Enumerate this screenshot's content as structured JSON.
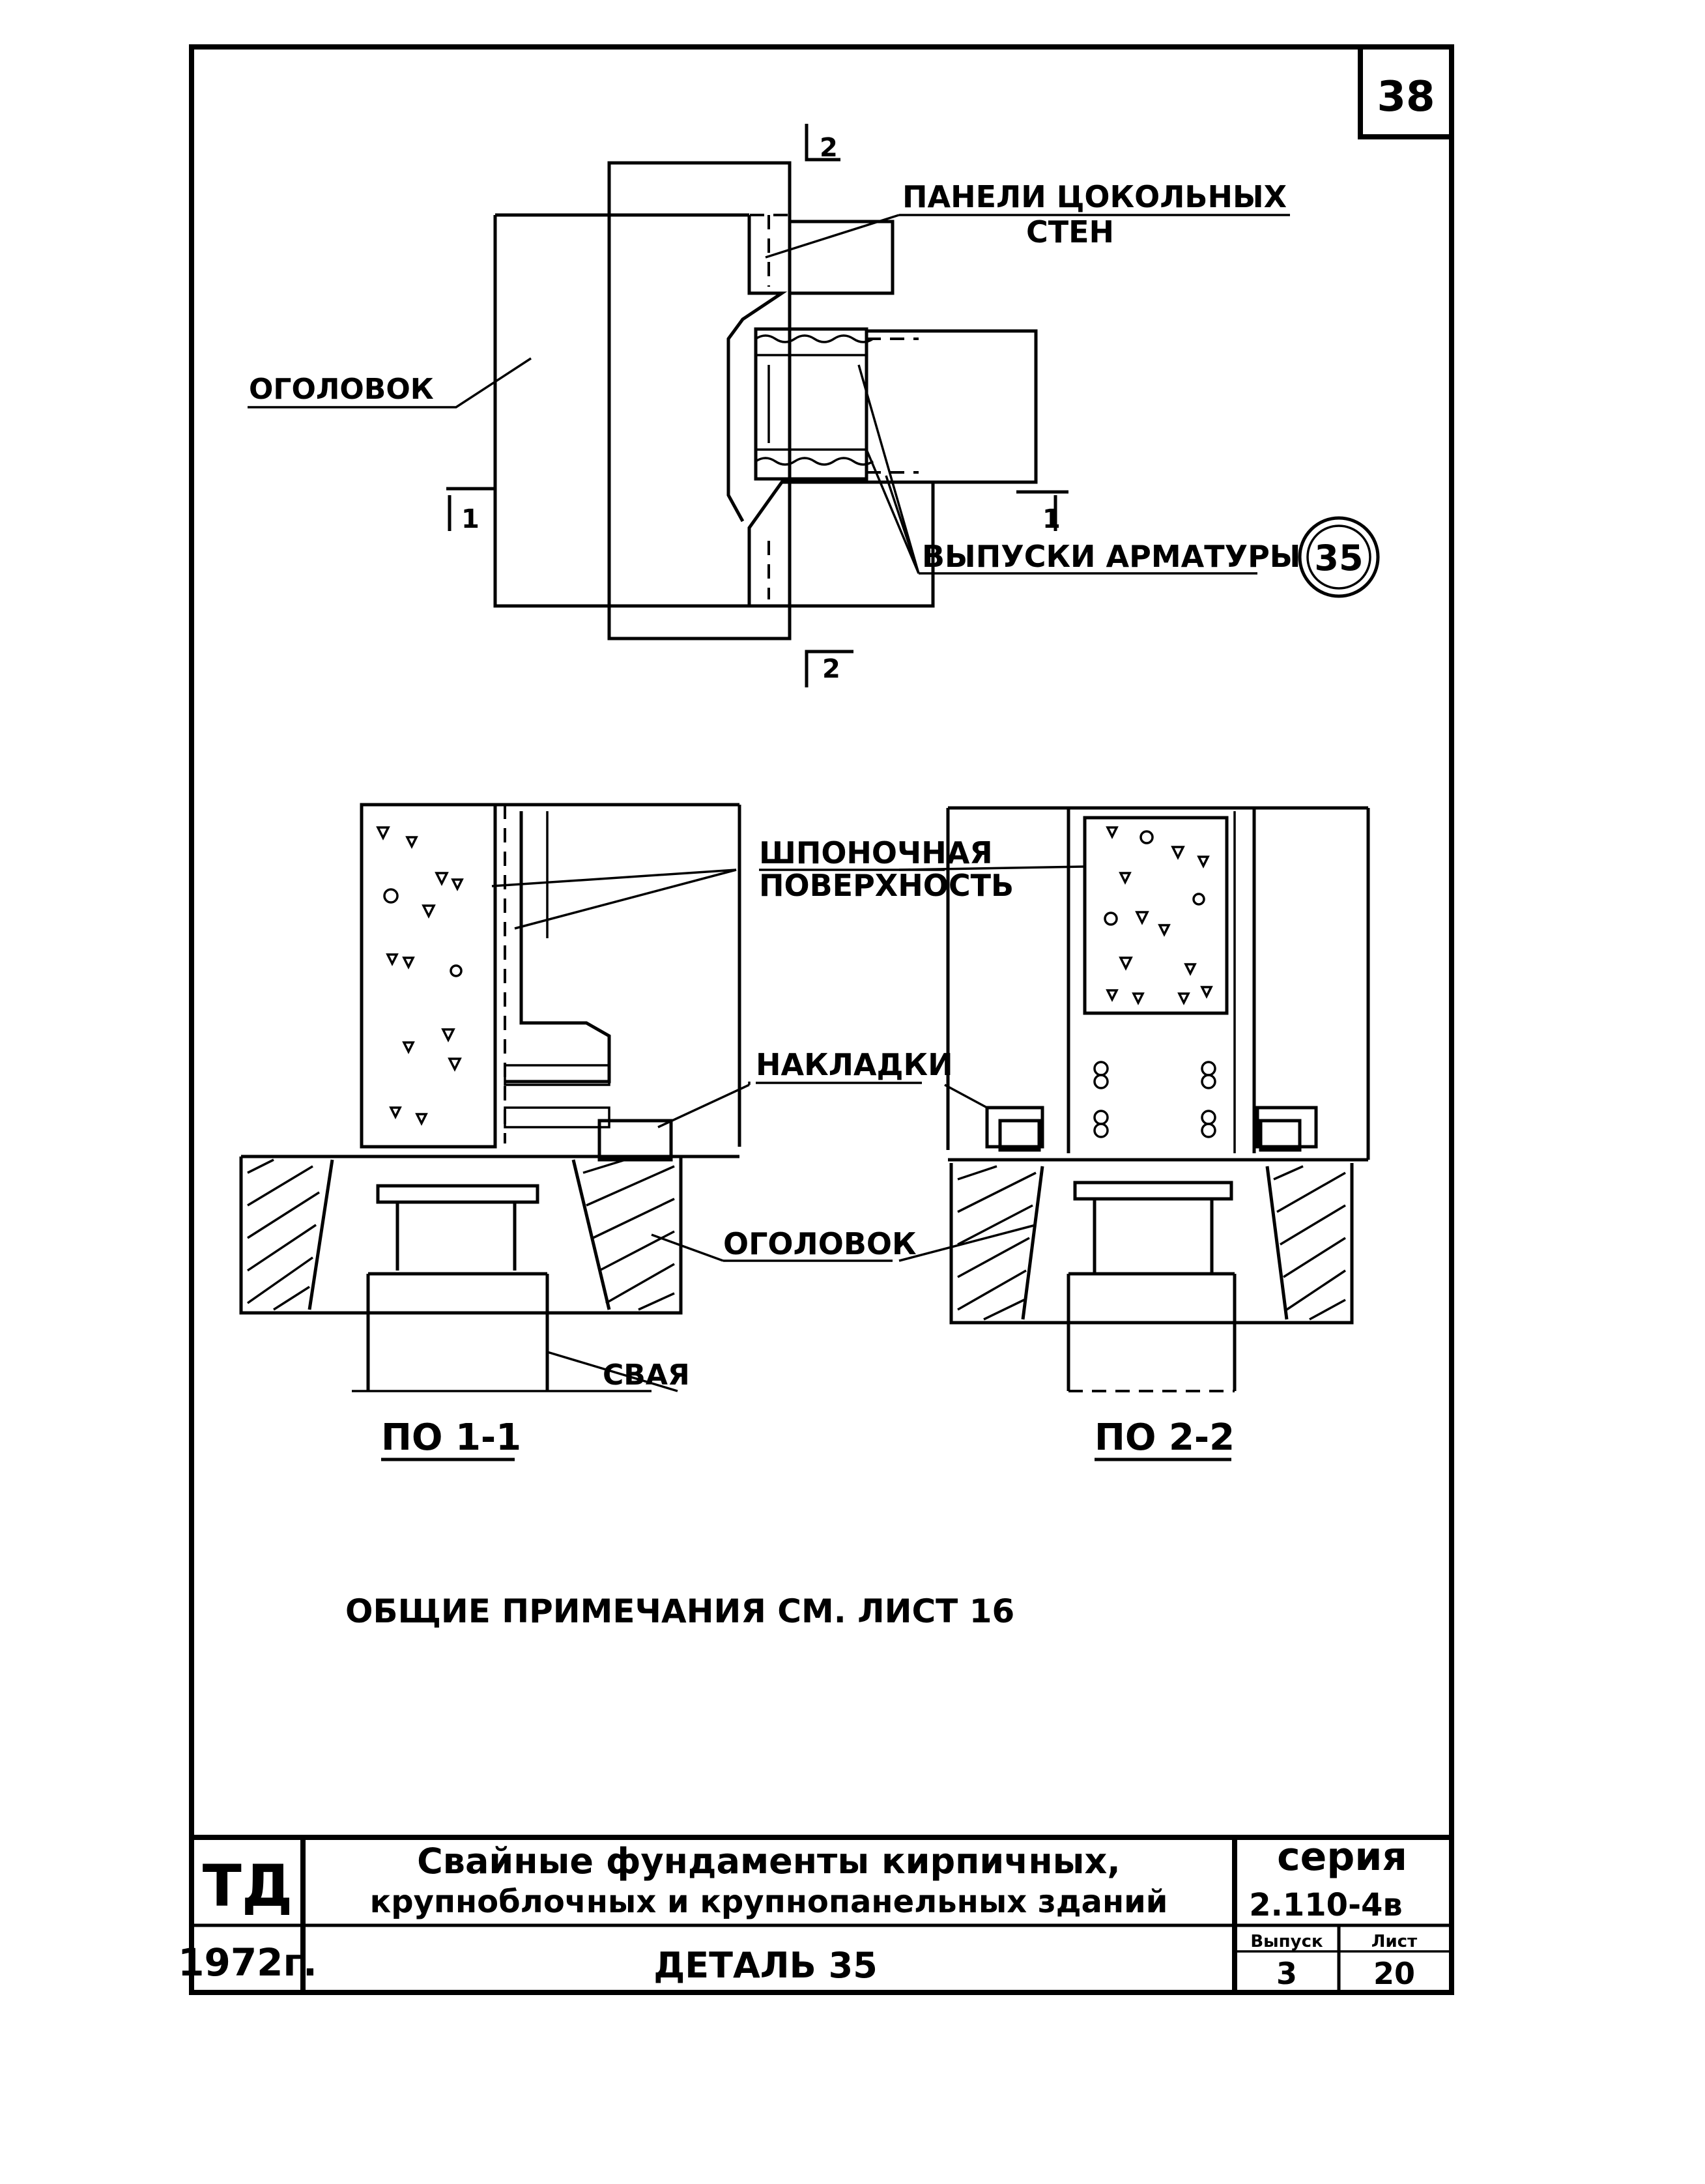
{
  "sheet": {
    "page_number": "38",
    "detail_marker": "35"
  },
  "plan": {
    "label_head": "ОГОЛОВОК",
    "label_panels_line1": "ПАНЕЛИ ЦОКОЛЬНЫХ",
    "label_panels_line2": "СТЕН",
    "label_rebar": "ВЫПУСКИ АРМАТУРЫ",
    "cut_1": "1",
    "cut_1b": "1",
    "cut_2_top": "2",
    "cut_2_bottom": "2"
  },
  "sections": {
    "label_key_surface_line1": "ШПОНОЧНАЯ",
    "label_key_surface_line2": "ПОВЕРХНОСТЬ",
    "label_plates": "НАКЛАДКИ",
    "label_head": "ОГОЛОВОК",
    "label_pile": "СВАЯ",
    "caption_left": "ПО 1-1",
    "caption_right": "ПО 2-2"
  },
  "notes": {
    "general": "ОБЩИЕ ПРИМЕЧАНИЯ СМ. ЛИСТ 16"
  },
  "title_block": {
    "org": "ТД",
    "year": "1972г.",
    "title_line1": "Свайные фундаменты кирпичных,",
    "title_line2": "крупноблочных и крупнопанельных зданий",
    "detail": "ДЕТАЛЬ 35",
    "series_label": "серия",
    "series_value": "2.110-4в",
    "issue_label": "Выпуск",
    "issue_value": "3",
    "sheet_label": "Лист",
    "sheet_value": "20"
  }
}
